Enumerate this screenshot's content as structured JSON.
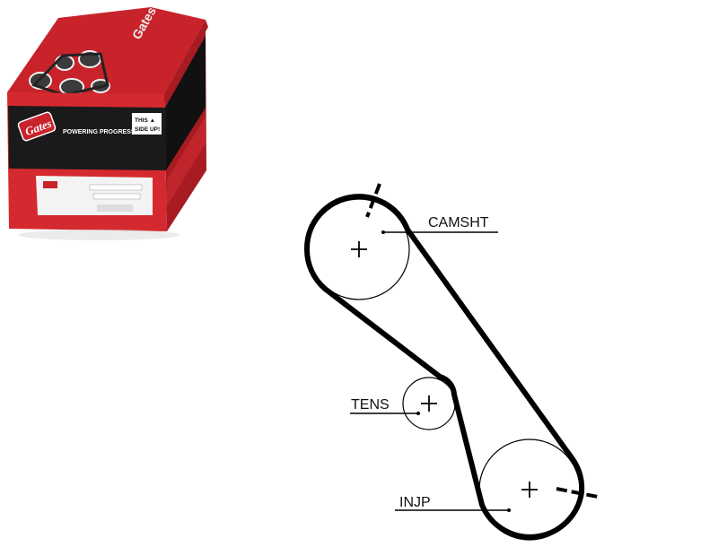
{
  "product": {
    "brand": "Gates",
    "slogan": "POWERING PROGRESS™",
    "orientation_label": "THIS SIDE UP!",
    "side_text": "Gates",
    "colors": {
      "box_red": "#d42a2f",
      "band_black": "#1a1a1a"
    }
  },
  "diagram": {
    "labels": {
      "camshaft": "CAMSHT",
      "tensioner": "TENS",
      "injection_pump": "INJP"
    },
    "colors": {
      "belt": "#000000",
      "line": "#000000"
    }
  }
}
